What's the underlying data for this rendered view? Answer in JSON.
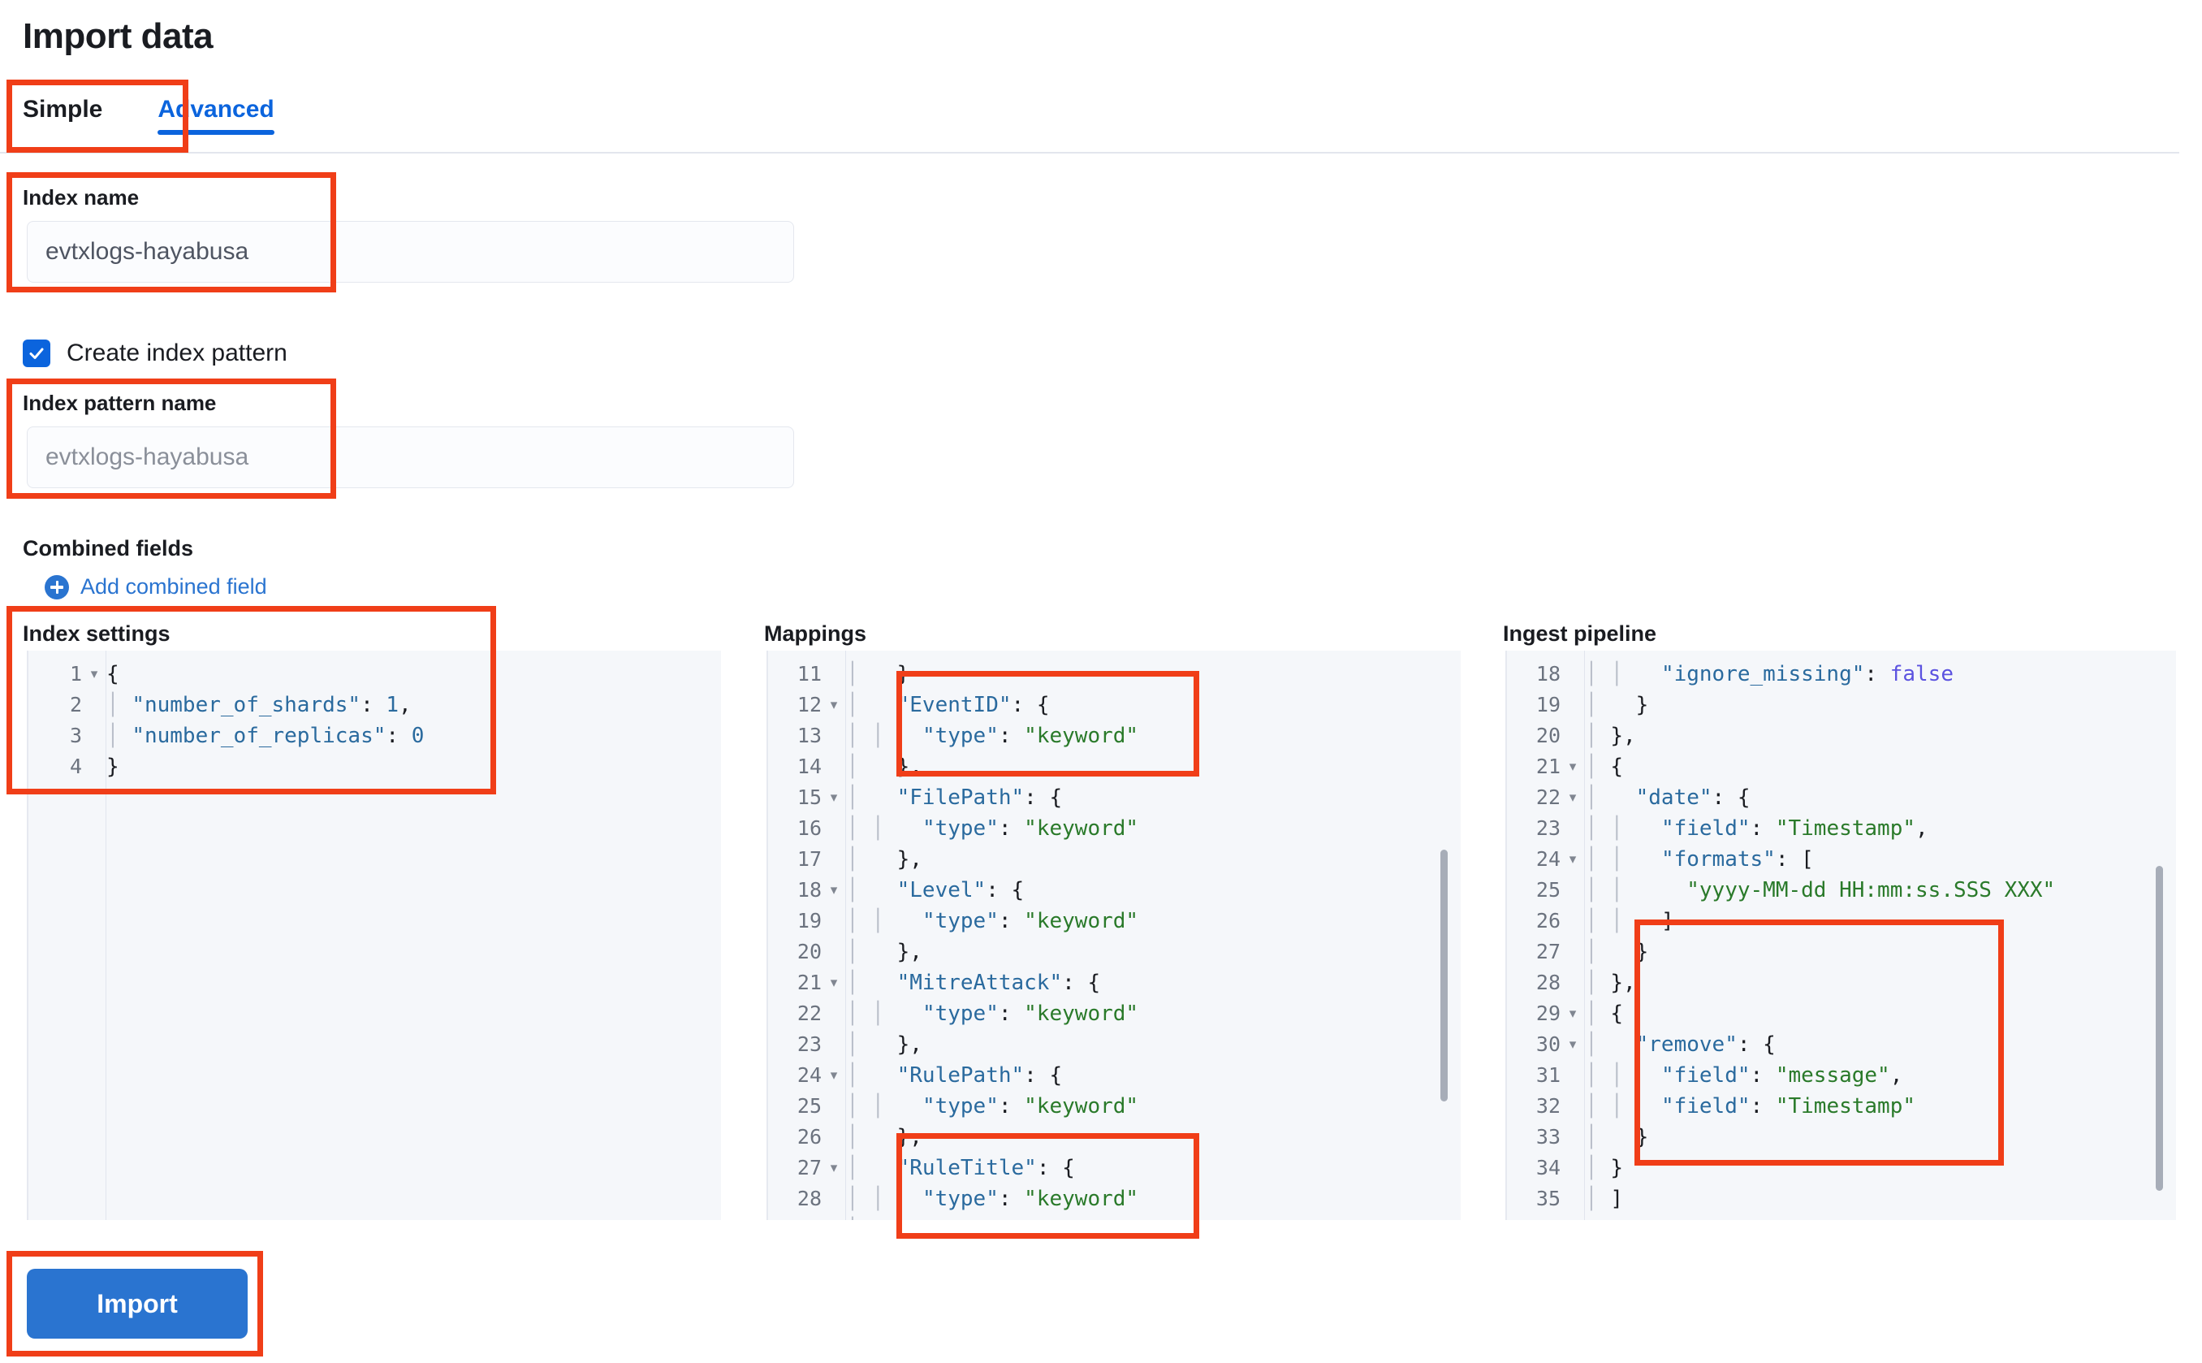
{
  "header": {
    "title": "Import data"
  },
  "tabs": [
    {
      "label": "Simple",
      "active": false
    },
    {
      "label": "Advanced",
      "active": true
    }
  ],
  "form": {
    "index_name_label": "Index name",
    "index_name_value": "evtxlogs-hayabusa",
    "create_index_pattern_label": "Create index pattern",
    "create_index_pattern_checked": true,
    "index_pattern_name_label": "Index pattern name",
    "index_pattern_name_placeholder": "evtxlogs-hayabusa",
    "combined_fields_label": "Combined fields",
    "add_combined_field_label": "Add combined field"
  },
  "editors": {
    "index_settings": {
      "title": "Index settings",
      "first_line_number": 1,
      "highlight_line": 3,
      "folds": [
        1
      ],
      "lines": [
        "{",
        "  \"number_of_shards\": 1,",
        "  \"number_of_replicas\": 0",
        "}"
      ]
    },
    "mappings": {
      "title": "Mappings",
      "first_line_number": 11,
      "highlight_line": 28,
      "folds": [
        12,
        15,
        18,
        21,
        24,
        27
      ],
      "lines": [
        "    }",
        "    \"EventID\": {",
        "      \"type\": \"keyword\"",
        "    },",
        "    \"FilePath\": {",
        "      \"type\": \"keyword\"",
        "    },",
        "    \"Level\": {",
        "      \"type\": \"keyword\"",
        "    },",
        "    \"MitreAttack\": {",
        "      \"type\": \"keyword\"",
        "    },",
        "    \"RulePath\": {",
        "      \"type\": \"keyword\"",
        "    },",
        "    \"RuleTitle\": {",
        "      \"type\": \"keyword\"",
        "    },"
      ]
    },
    "ingest_pipeline": {
      "title": "Ingest pipeline",
      "first_line_number": 18,
      "highlight_line": 32,
      "folds": [
        21,
        22,
        24,
        29,
        30
      ],
      "lines": [
        "      \"ignore_missing\": false",
        "    }",
        "  },",
        "  {",
        "    \"date\": {",
        "      \"field\": \"Timestamp\",",
        "      \"formats\": [",
        "        \"yyyy-MM-dd HH:mm:ss.SSS XXX\"",
        "      ]",
        "    }",
        "  },",
        "  {",
        "    \"remove\": {",
        "      \"field\": \"message\",",
        "      \"field\": \"Timestamp\"",
        "    }",
        "  }",
        "  ]",
        "}"
      ]
    }
  },
  "footer": {
    "import_label": "Import"
  },
  "colors": {
    "accent": "#0b64dd",
    "link": "#2a74d0",
    "annotation": "#f03e18",
    "editor_bg": "#f5f7fa",
    "highlight_row": "#dde1e9",
    "token_key": "#2a6a9e",
    "token_string": "#2a7a2a",
    "token_bool": "#5b52e0"
  }
}
